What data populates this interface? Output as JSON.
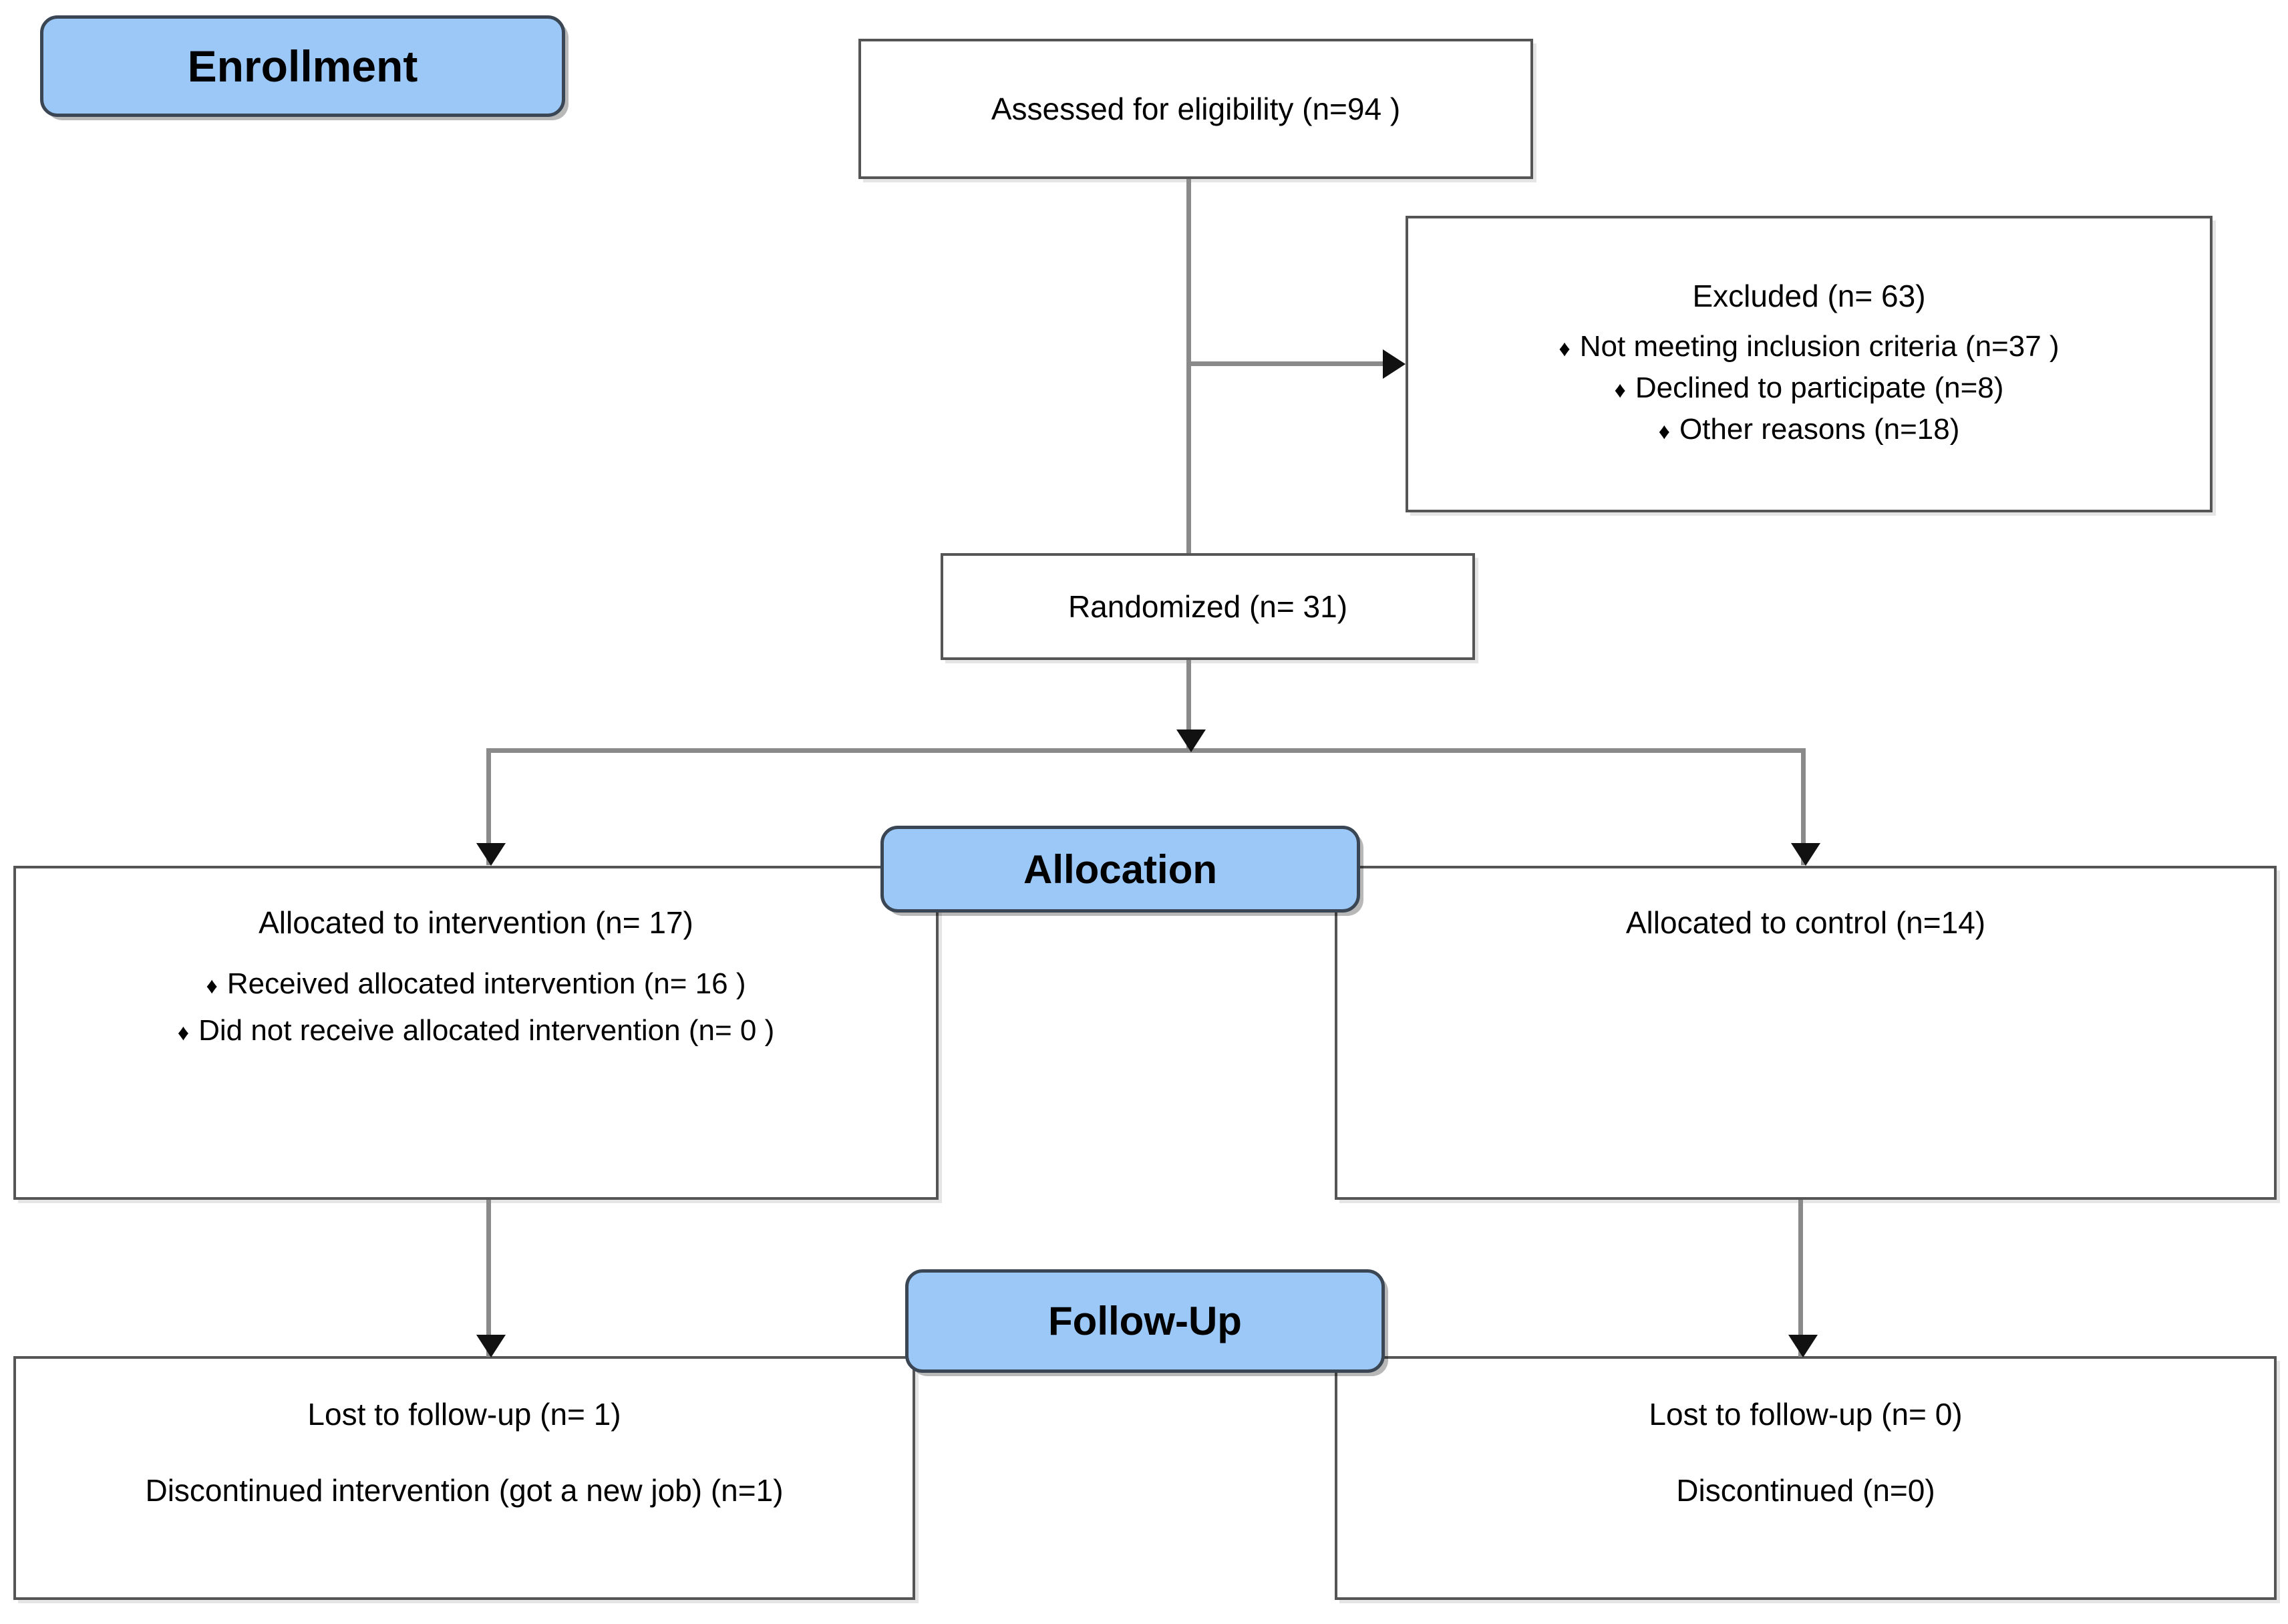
{
  "diagram": {
    "title": "CONSORT participant flow diagram",
    "accent_color": "#9CC8F7",
    "border_color": "#555555",
    "connector_color": "#8a8a8a",
    "bullet_glyph": "♦"
  },
  "stages": {
    "enrollment": "Enrollment",
    "allocation": "Allocation",
    "followup": "Follow-Up"
  },
  "nodes": {
    "assessed": {
      "text": "Assessed for eligibility (n=94 )"
    },
    "excluded": {
      "heading": "Excluded (n= 63)",
      "reasons": [
        "Not meeting inclusion criteria (n=37  )",
        "Declined to participate (n=8)",
        "Other reasons (n=18)"
      ]
    },
    "randomized": {
      "text": "Randomized (n= 31)"
    },
    "allocated_intervention": {
      "heading": "Allocated to intervention (n= 17)",
      "items": [
        "Received allocated intervention (n= 16 )",
        "Did not receive allocated intervention (n= 0 )"
      ]
    },
    "allocated_control": {
      "heading": "Allocated to control (n=14)",
      "items": []
    },
    "followup_intervention": {
      "lines": [
        "Lost to follow-up (n= 1)",
        "Discontinued intervention (got a new job) (n=1)"
      ]
    },
    "followup_control": {
      "lines": [
        "Lost to follow-up (n= 0)",
        "Discontinued (n=0)"
      ]
    }
  }
}
